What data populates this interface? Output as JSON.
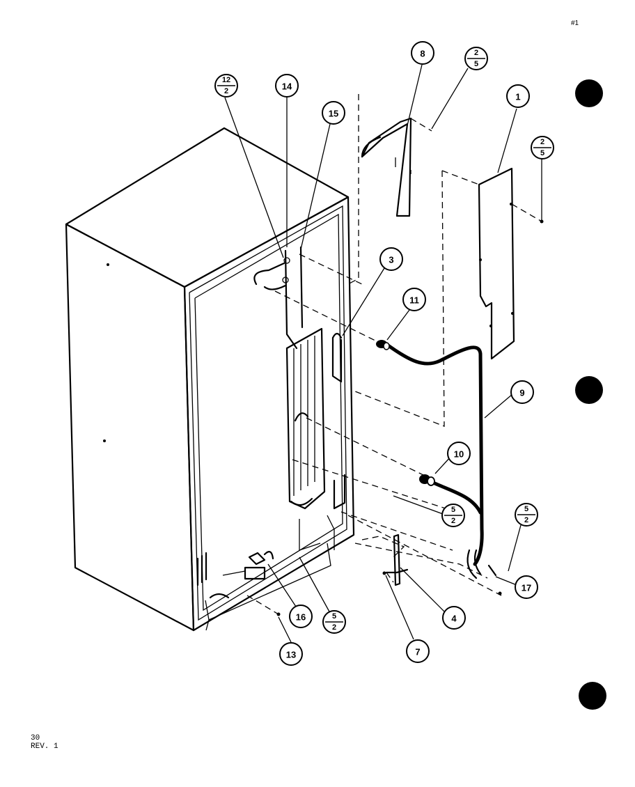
{
  "callouts": [
    {
      "id": "c1",
      "label": "1"
    },
    {
      "id": "c3",
      "label": "3"
    },
    {
      "id": "c4",
      "label": "4"
    },
    {
      "id": "c7",
      "label": "7"
    },
    {
      "id": "c8",
      "label": "8"
    },
    {
      "id": "c9",
      "label": "9"
    },
    {
      "id": "c10",
      "label": "10"
    },
    {
      "id": "c11",
      "label": "11"
    },
    {
      "id": "c13",
      "label": "13"
    },
    {
      "id": "c14",
      "label": "14"
    },
    {
      "id": "c15",
      "label": "15"
    },
    {
      "id": "c16",
      "label": "16"
    },
    {
      "id": "c17",
      "label": "17"
    }
  ],
  "fraction_callouts": [
    {
      "id": "f12_2",
      "top": "12",
      "bottom": "2"
    },
    {
      "id": "f2_5a",
      "top": "2",
      "bottom": "5"
    },
    {
      "id": "f2_5b",
      "top": "2",
      "bottom": "5"
    },
    {
      "id": "f5_2a",
      "top": "5",
      "bottom": "2"
    },
    {
      "id": "f5_2b",
      "top": "5",
      "bottom": "2"
    },
    {
      "id": "f5_2c",
      "top": "5",
      "bottom": "2"
    }
  ],
  "footer": {
    "page_number": "30",
    "revision": "REV. 1"
  },
  "corner_mark": "#1"
}
